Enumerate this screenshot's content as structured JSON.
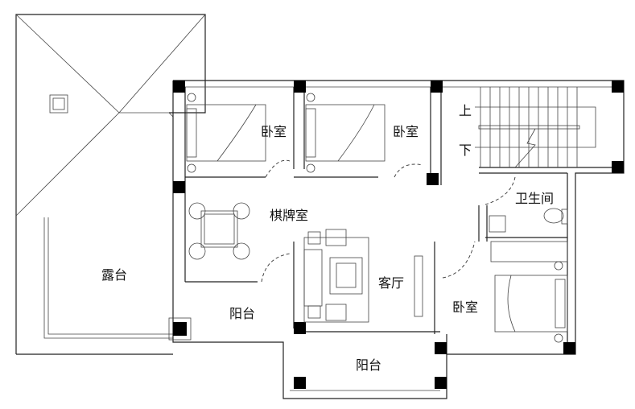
{
  "plan": {
    "rooms": {
      "bedroom_1": "卧室",
      "bedroom_2": "卧室",
      "bedroom_3": "卧室",
      "mahjong_room": "棋牌室",
      "bathroom": "卫生间",
      "terrace": "露台",
      "balcony_left": "阳台",
      "balcony_bottom": "阳台",
      "living_room": "客厅"
    },
    "stairs": {
      "up": "上",
      "down": "下"
    }
  }
}
